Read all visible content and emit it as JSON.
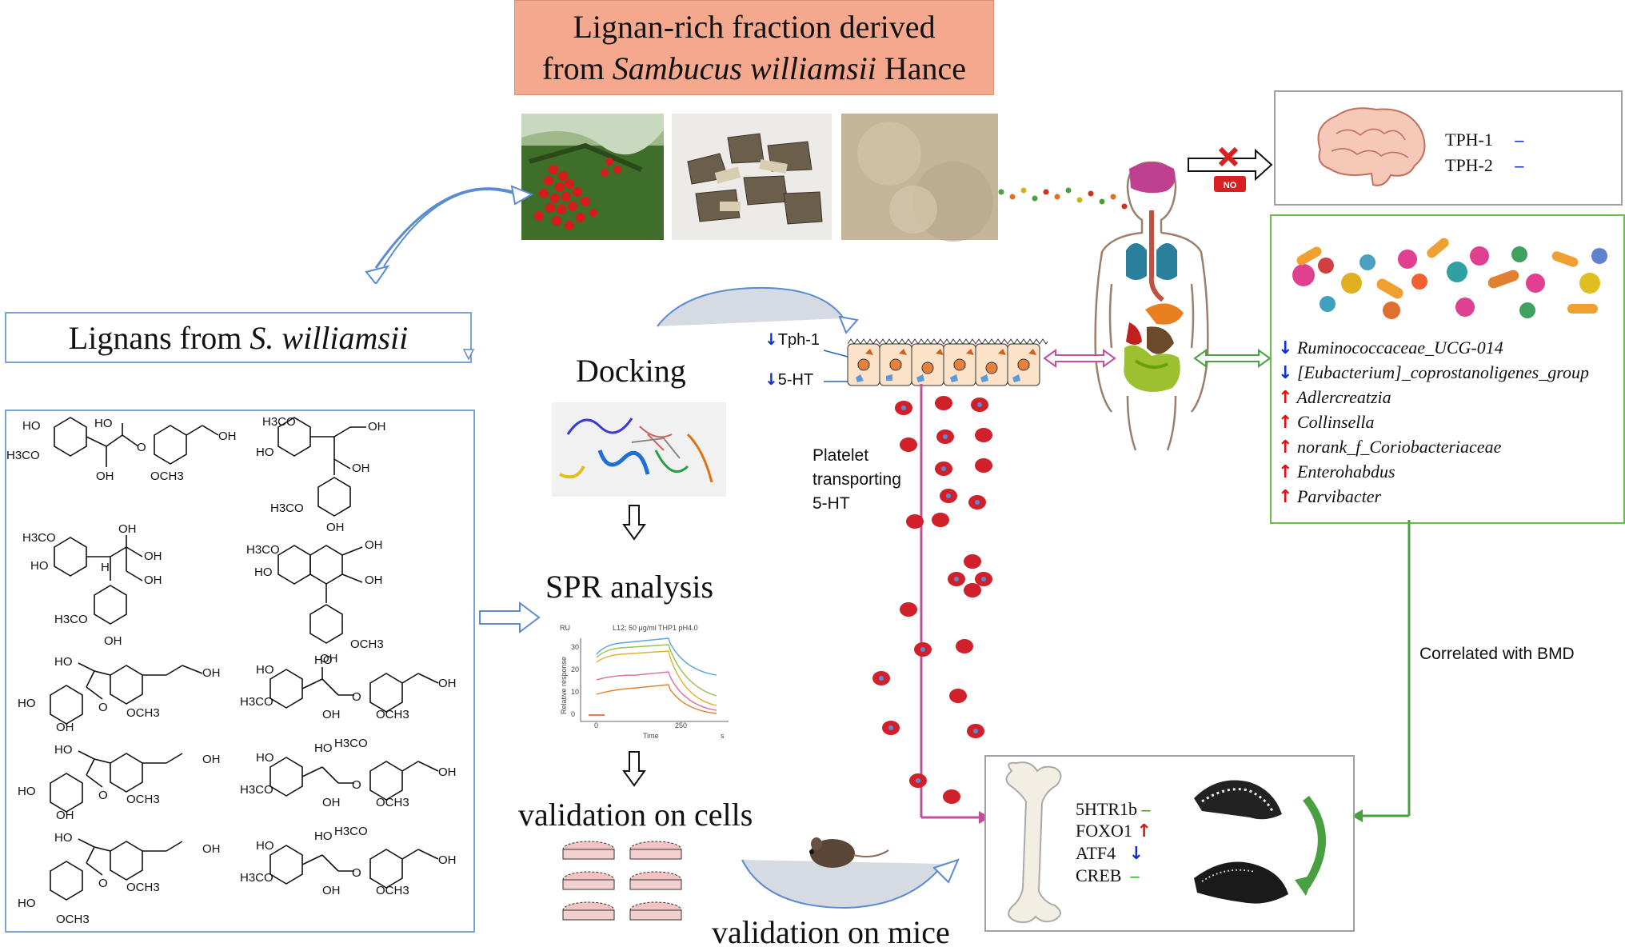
{
  "title": {
    "line1": "Lignan-rich fraction derived",
    "line2_prefix": "from ",
    "line2_italic": "Sambucus williamsii",
    "line2_suffix": " Hance"
  },
  "lignans_title": {
    "prefix": "Lignans from ",
    "italic": "S. williamsii"
  },
  "brain_box": {
    "items": [
      {
        "label": "TPH-1",
        "mark": "–"
      },
      {
        "label": "TPH-2",
        "mark": "–"
      }
    ],
    "no_label": "NO"
  },
  "workflow": {
    "docking": "Docking",
    "spr": "SPR analysis",
    "cells": "validation on cells",
    "mice": "validation on mice"
  },
  "spr_plot": {
    "title": "L12; 50 μg/ml THP1 pH4.0",
    "ylabel": "Relative response",
    "xlabel": "Time",
    "unit_y": "RU",
    "unit_x": "s",
    "yticks": [
      "30",
      "20",
      "10",
      "0"
    ],
    "xticks": [
      "0",
      "250"
    ]
  },
  "gut": {
    "tph1": "Tph-1",
    "ht5": "5-HT",
    "platelet_label": [
      "Platelet",
      "transporting",
      "5-HT"
    ]
  },
  "microbes": {
    "taxa": [
      {
        "name": "Ruminococcaceae_UCG-014",
        "dir": "down"
      },
      {
        "name": "[Eubacterium]_coprostanoligenes_group",
        "dir": "down"
      },
      {
        "name": "Adlercreatzia",
        "dir": "up"
      },
      {
        "name": "Collinsella",
        "dir": "up"
      },
      {
        "name": "norank_f_Coriobacteriaceae",
        "dir": "up"
      },
      {
        "name": "Enterohabdus",
        "dir": "up"
      },
      {
        "name": "Parvibacter",
        "dir": "up"
      }
    ],
    "correlation_label": "Correlated with BMD"
  },
  "bone": {
    "genes": [
      {
        "name": "5HTR1b",
        "dir": "none"
      },
      {
        "name": "FOXO1",
        "dir": "up"
      },
      {
        "name": "ATF4",
        "dir": "down"
      },
      {
        "name": "CREB",
        "dir": "none"
      }
    ]
  },
  "structure_labels": {
    "s1": [
      "HO",
      "H3CO",
      "HO",
      "OH",
      "O",
      "OCH3",
      "OH"
    ],
    "s2": [
      "H3CO",
      "HO",
      "OH",
      "OH",
      "H3CO",
      "OH"
    ],
    "s3": [
      "H3CO",
      "HO",
      "OH",
      "OH",
      "OH",
      "H",
      "H3CO",
      "OH"
    ],
    "s4": [
      "H3CO",
      "HO",
      "OH",
      "OH",
      "OCH3",
      "OH"
    ],
    "s5": [
      "HO",
      "O",
      "OH",
      "HO",
      "OH",
      "OCH3"
    ],
    "s6": [
      "HO",
      "H3CO",
      "HO",
      "O",
      "OH",
      "OH",
      "OCH3"
    ],
    "s7": [
      "HO",
      "O",
      "OH",
      "HO",
      "OH",
      "OCH3"
    ],
    "s8": [
      "HO",
      "H3CO",
      "HO",
      "H3CO",
      "O",
      "OH",
      "OH",
      "OCH3"
    ],
    "s9": [
      "HO",
      "O",
      "OH",
      "HO",
      "OCH3",
      "OCH3"
    ],
    "s10": [
      "HO",
      "H3CO",
      "HO",
      "H3CO",
      "O",
      "OH",
      "OH",
      "OCH3"
    ]
  },
  "icons": {
    "brain": "brain-icon",
    "body": "human-body-icon",
    "bone": "femur-icon",
    "mouse": "mouse-icon",
    "petri": "petri-dish-icon",
    "bacteria": "bacteria-icon"
  },
  "colors": {
    "title_bg": "#f4a88e",
    "lignan_border": "#7aa3d9",
    "microbe_border": "#6dbb4a",
    "up_arrow": "#e01010",
    "down_arrow": "#1030d0",
    "platelet_path": "#c0509a"
  }
}
